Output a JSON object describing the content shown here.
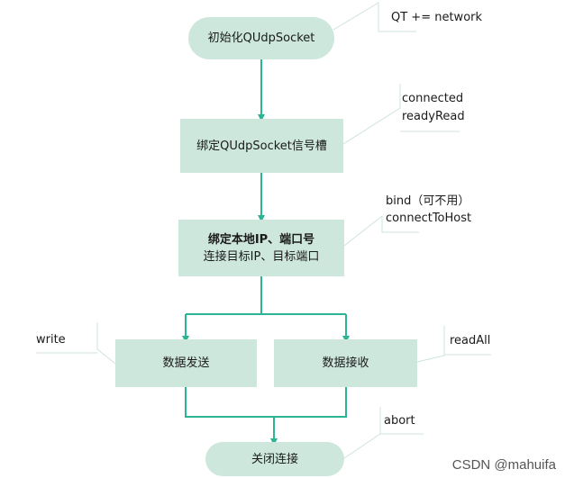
{
  "nodes": {
    "init": "初始化QUdpSocket",
    "bind_slots": "绑定QUdpSocket信号槽",
    "bind_ip_line1": "绑定本地IP、端口号",
    "bind_ip_line2": "连接目标IP、目标端口",
    "send": "数据发送",
    "receive": "数据接收",
    "close": "关闭连接"
  },
  "notes": {
    "qt": "QT += network",
    "signals_line1": "connected",
    "signals_line2": "readyRead",
    "bind_line1": "bind（可不用）",
    "bind_line2": "connectToHost",
    "write": "write",
    "readall": "readAll",
    "abort": "abort"
  },
  "watermark": "CSDN @mahuifa",
  "colors": {
    "node_fill": "#cde7dd",
    "arrow": "#2bb595",
    "callout": "#cfe3dc"
  }
}
